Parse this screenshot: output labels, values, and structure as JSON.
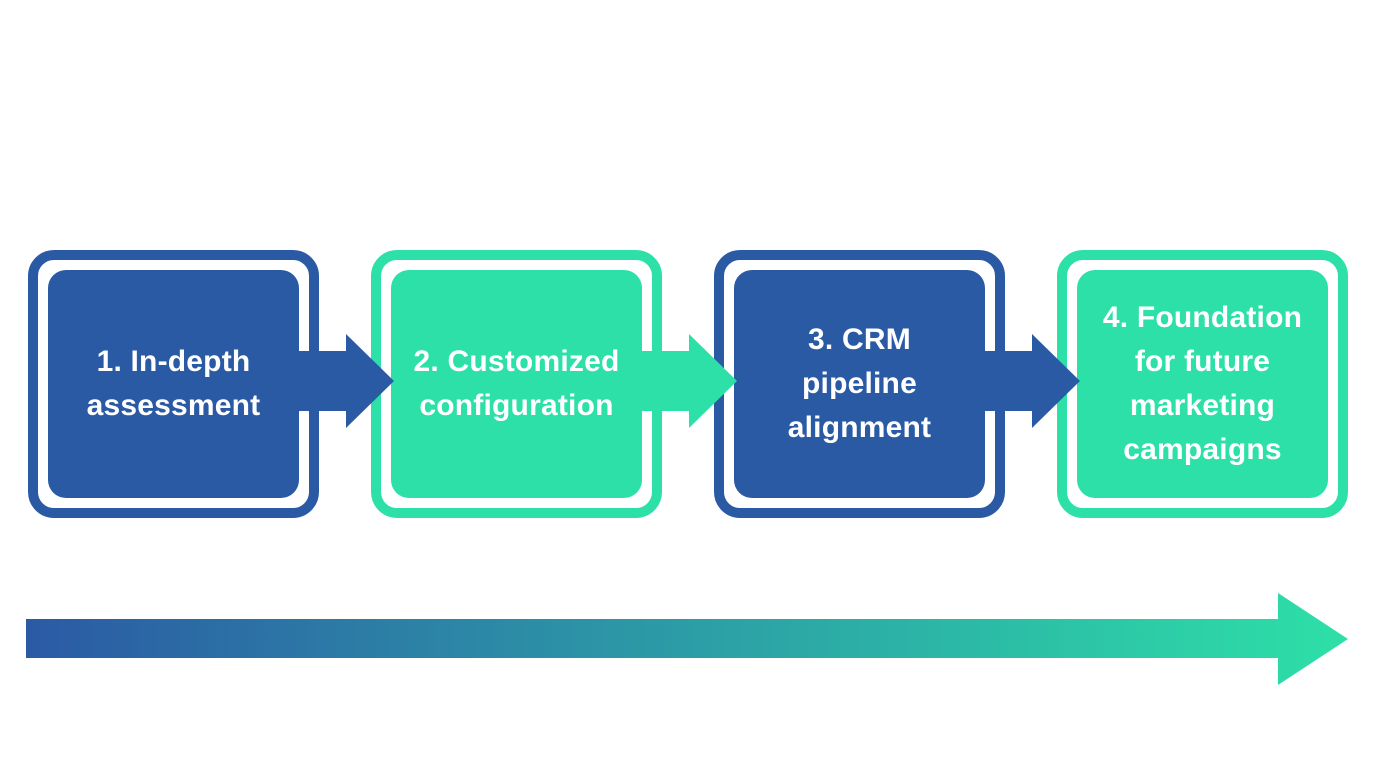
{
  "diagram": {
    "type": "process-flow",
    "colors": {
      "blue": "#2b5aa5",
      "green": "#2de0a7",
      "text": "#ffffff",
      "background": "#ffffff"
    },
    "steps": [
      {
        "color": "blue",
        "label": "1. In-depth assessment",
        "lines": [
          "1. In-depth",
          "assessment"
        ]
      },
      {
        "color": "green",
        "label": "2. Customized configuration",
        "lines": [
          "2. Customized",
          "configuration"
        ]
      },
      {
        "color": "blue",
        "label": "3. CRM pipeline alignment",
        "lines": [
          "3. CRM",
          "pipeline",
          "alignment"
        ]
      },
      {
        "color": "green",
        "label": "4. Foundation for future marketing campaigns",
        "lines": [
          "4. Foundation",
          "for future",
          "marketing",
          "campaigns"
        ]
      }
    ],
    "connectors": [
      {
        "color": "blue",
        "direction": "right"
      },
      {
        "color": "green",
        "direction": "right"
      },
      {
        "color": "blue",
        "direction": "right"
      }
    ],
    "timeline_arrow": {
      "direction": "right",
      "gradient_start": "#2b5aa5",
      "gradient_end": "#2de0a7"
    }
  }
}
